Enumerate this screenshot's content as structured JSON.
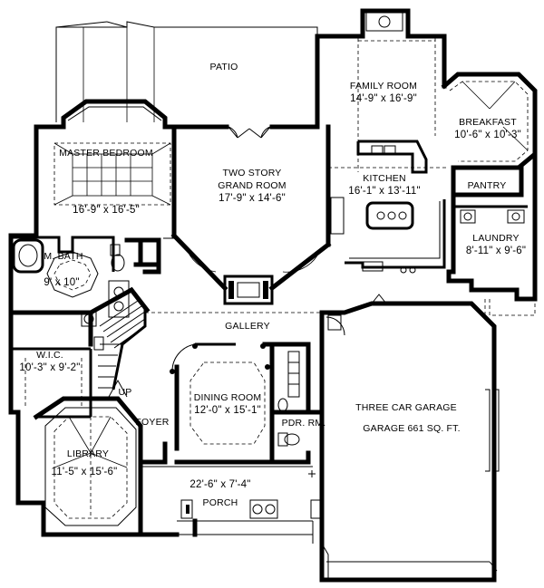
{
  "rooms": {
    "patio": {
      "name": "PATIO",
      "dims": ""
    },
    "family_room": {
      "name": "FAMILY ROOM",
      "dims": "14'-9\" x 16'-9\""
    },
    "breakfast": {
      "name": "BREAKFAST",
      "dims": "10'-6\" x 10'-3\""
    },
    "master_bedroom": {
      "name": "MASTER BEDROOM",
      "dims": "16'-9\" x 16'-5\""
    },
    "grand_room": {
      "name": "TWO STORY",
      "name2": "GRAND ROOM",
      "dims": "17'-9\" x 14'-6\""
    },
    "kitchen": {
      "name": "KITCHEN",
      "dims": "16'-1\" x 13'-11\""
    },
    "pantry": {
      "name": "PANTRY",
      "dims": ""
    },
    "laundry": {
      "name": "LAUNDRY",
      "dims": "8'-11\" x 9'-6\""
    },
    "master_bath": {
      "name": "M. BATH",
      "dims": "9' x 10\""
    },
    "gallery": {
      "name": "GALLERY",
      "dims": ""
    },
    "wic": {
      "name": "W.I.C.",
      "dims": "10'-3\" x 9'-2\""
    },
    "dining_room": {
      "name": "DINING ROOM",
      "dims": "12'-0\" x 15'-1\""
    },
    "garage": {
      "name": "THREE CAR GARAGE",
      "dims": "GARAGE 661 SQ. FT."
    },
    "foyer": {
      "name": "FOYER",
      "dims": ""
    },
    "powder_room": {
      "name": "PDR. RM.",
      "dims": ""
    },
    "library": {
      "name": "LIBRARY",
      "dims": "11'-5\" x 15'-6\""
    },
    "porch": {
      "name": "PORCH",
      "dims": "22'-6\" x 7'-4\""
    }
  },
  "stair_label": "UP",
  "icons": {
    "tub": "tub-icon",
    "sink": "sink-icon",
    "toilet": "toilet-icon",
    "range": "range-icon",
    "fireplace": "fireplace-icon"
  }
}
